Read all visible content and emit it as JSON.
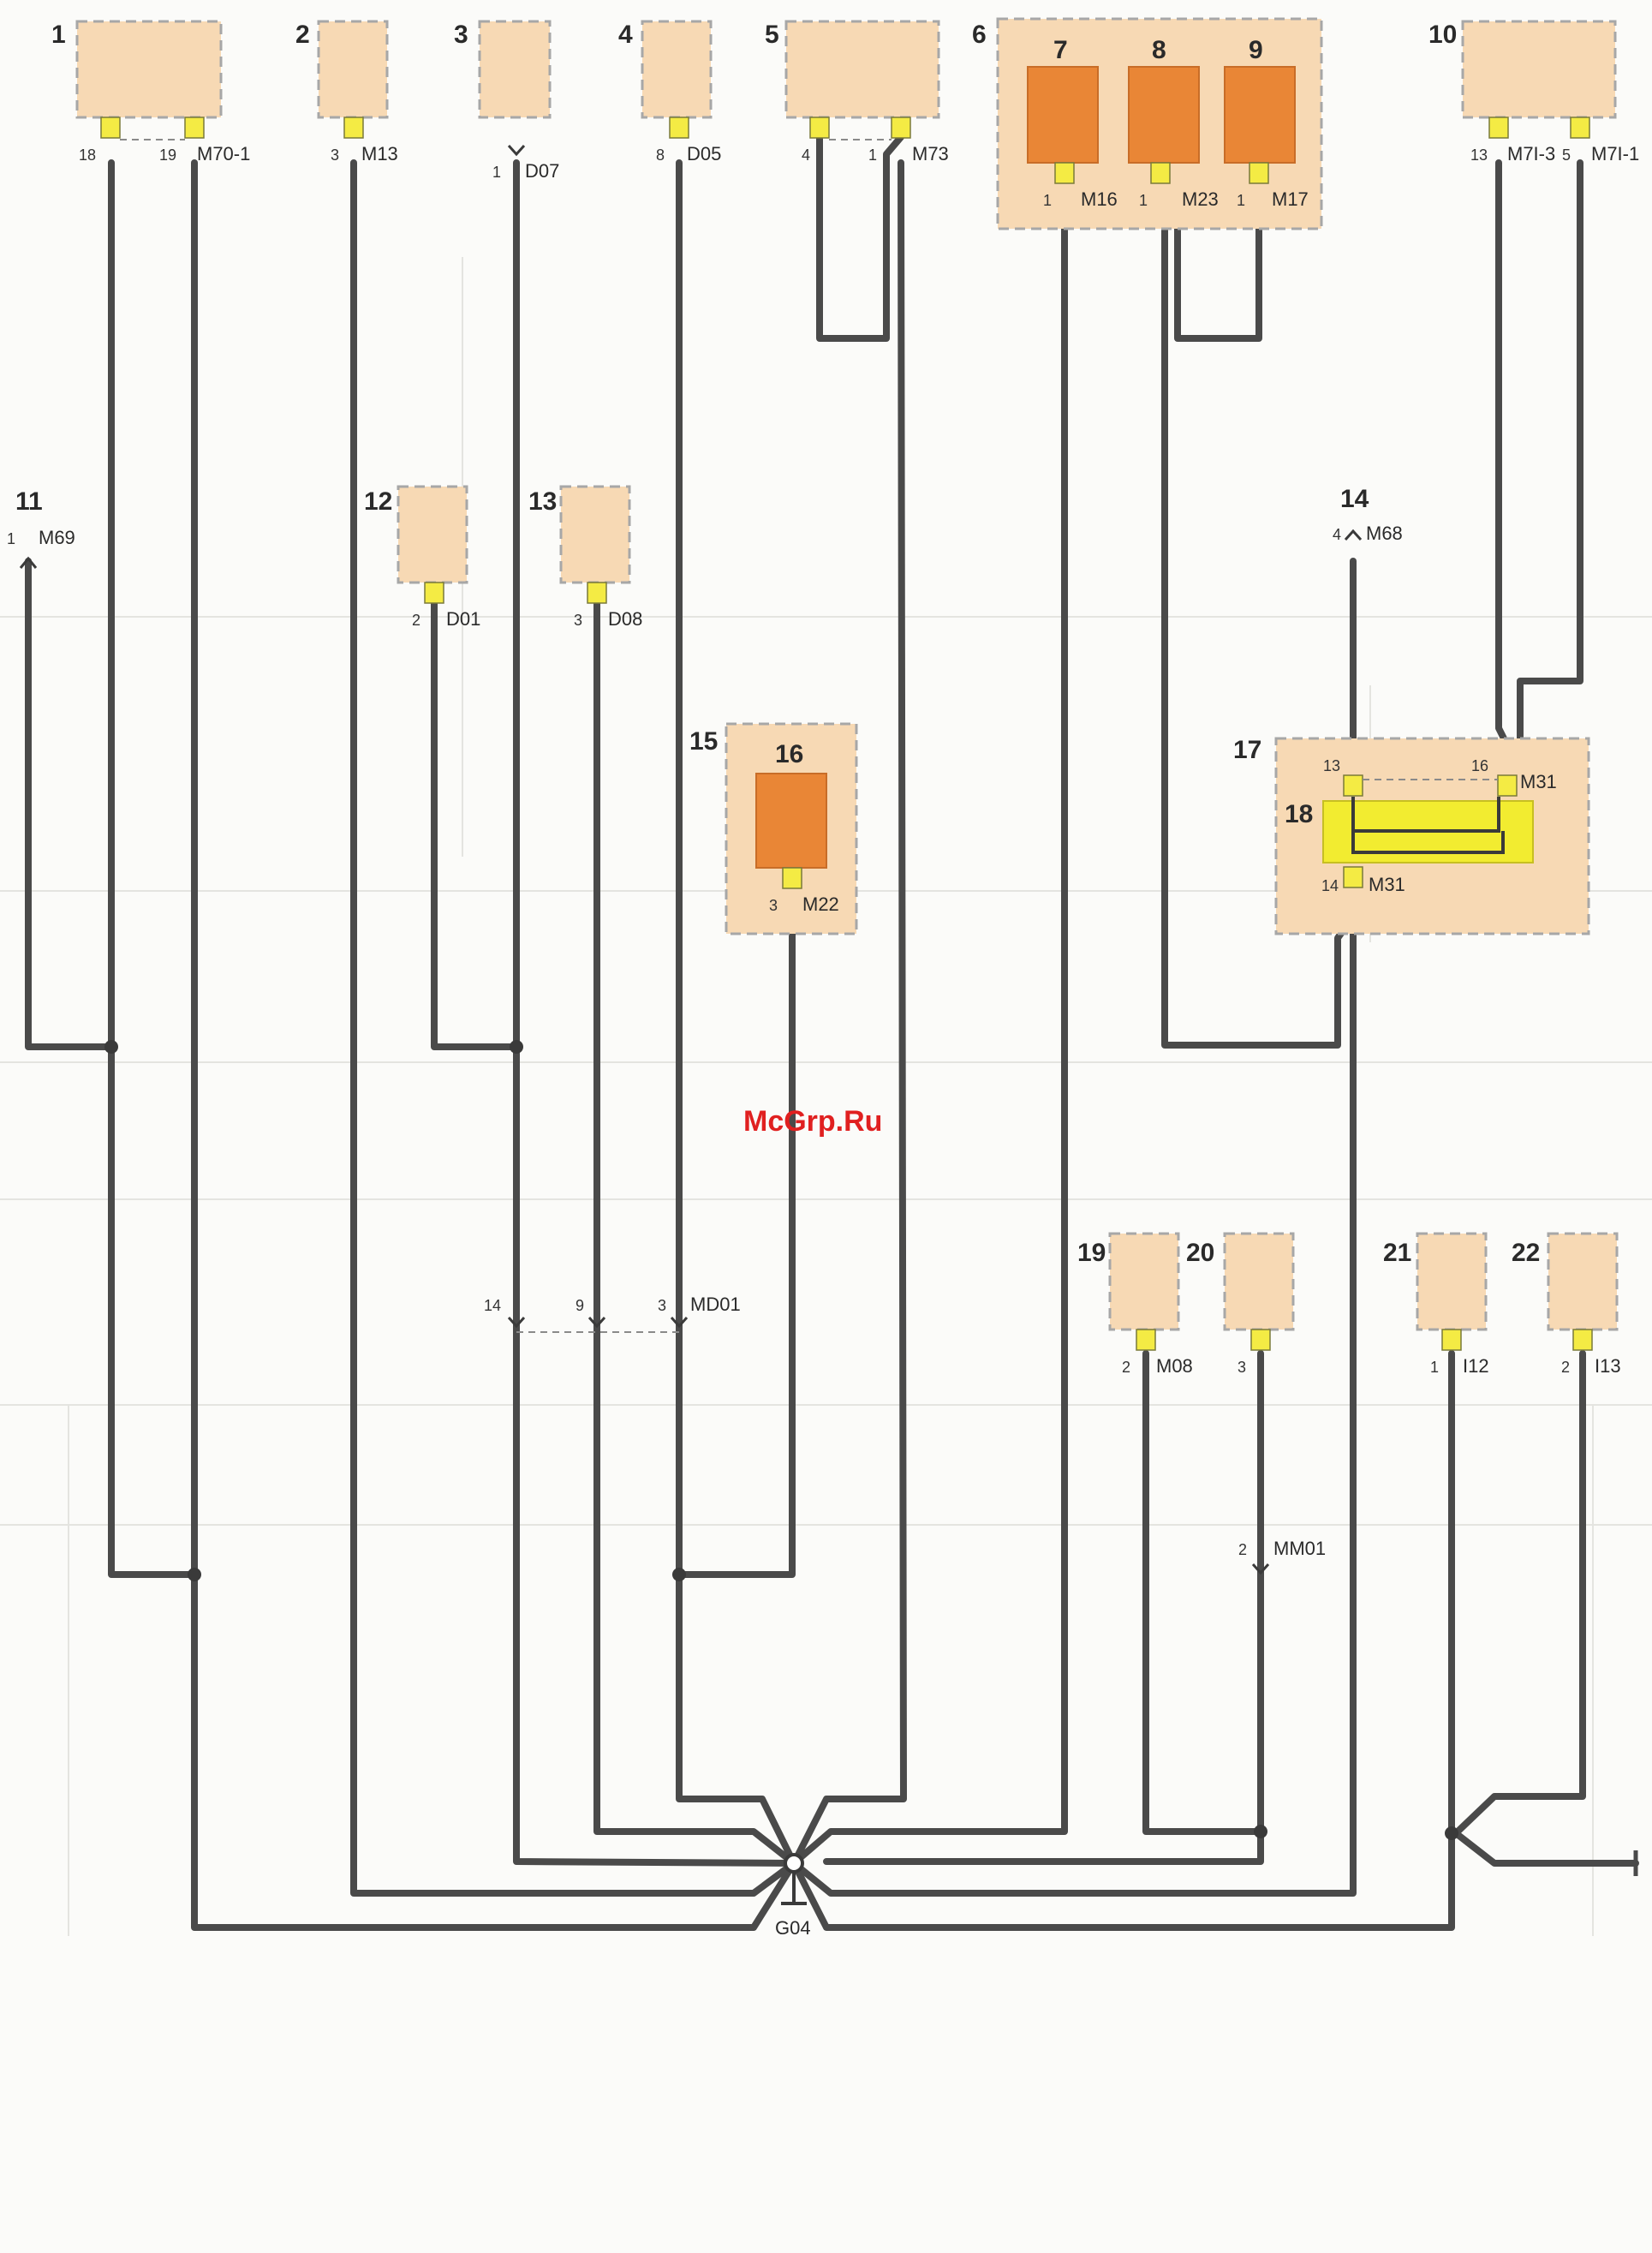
{
  "watermark": "McGrp.Ru",
  "ground": "G04",
  "components": [
    {
      "num": "1",
      "connector": "M70-1",
      "pins": [
        "18",
        "19"
      ]
    },
    {
      "num": "2",
      "connector": "M13",
      "pins": [
        "3"
      ]
    },
    {
      "num": "3",
      "connector": "D07",
      "pins": [
        "1"
      ]
    },
    {
      "num": "4",
      "connector": "D05",
      "pins": [
        "8"
      ]
    },
    {
      "num": "5",
      "connector": "M73",
      "pins": [
        "4",
        "1"
      ]
    },
    {
      "num": "6"
    },
    {
      "num": "7",
      "connector": "M16",
      "pins": [
        "1"
      ]
    },
    {
      "num": "8",
      "connector": "M23",
      "pins": [
        "1"
      ]
    },
    {
      "num": "9",
      "connector": "M17",
      "pins": [
        "1"
      ]
    },
    {
      "num": "10",
      "connectors": [
        "M7I-3",
        "M7I-1"
      ],
      "pins": [
        "13",
        "5"
      ]
    },
    {
      "num": "11",
      "connector": "M69",
      "pins": [
        "1"
      ]
    },
    {
      "num": "12",
      "connector": "D01",
      "pins": [
        "2"
      ]
    },
    {
      "num": "13",
      "connector": "D08",
      "pins": [
        "3"
      ]
    },
    {
      "num": "14",
      "connector": "M68",
      "pins": [
        "4"
      ]
    },
    {
      "num": "15"
    },
    {
      "num": "16",
      "connector": "M22",
      "pins": [
        "3"
      ]
    },
    {
      "num": "17",
      "connector": "M31",
      "pins": [
        "13",
        "16"
      ]
    },
    {
      "num": "18",
      "connector": "M31",
      "pins": [
        "14"
      ]
    },
    {
      "num": "19",
      "connector": "M08",
      "pins": [
        "2"
      ]
    },
    {
      "num": "20",
      "connector": "M08",
      "pins": [
        "3"
      ]
    },
    {
      "num": "21",
      "connector": "I12",
      "pins": [
        "1"
      ]
    },
    {
      "num": "22",
      "connector": "I13",
      "pins": [
        "2"
      ]
    }
  ],
  "splice_md01": {
    "connector": "MD01",
    "pins": [
      "14",
      "9",
      "3"
    ]
  },
  "splice_mm01": {
    "connector": "MM01",
    "pins": [
      "2"
    ]
  },
  "colors": {
    "box": "#f7d9b4",
    "inner": "#e98636",
    "relay": "#f2ec30",
    "wire": "#4a4a4a"
  }
}
